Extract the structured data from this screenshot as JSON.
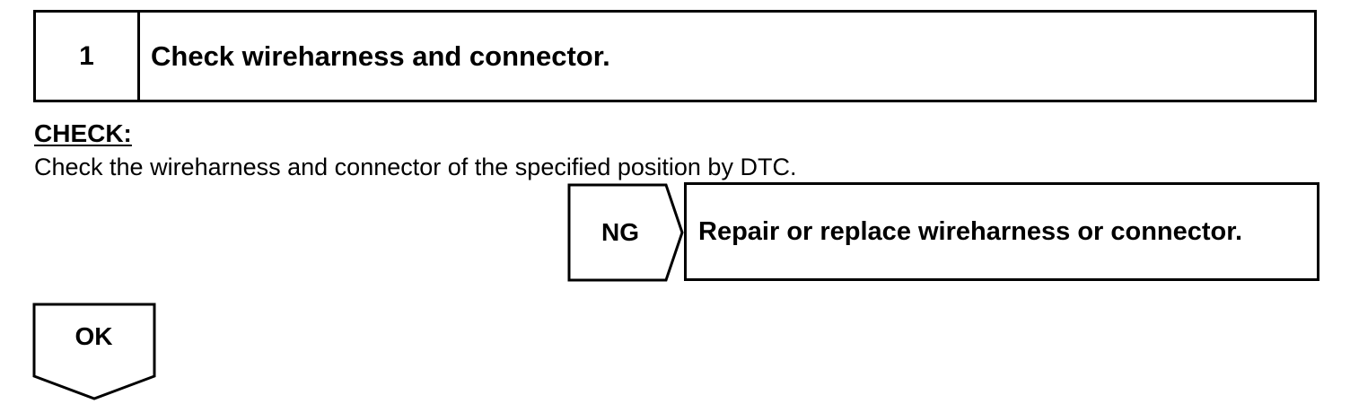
{
  "step": {
    "number": "1",
    "title": "Check wireharness and connector."
  },
  "check": {
    "label": "CHECK:",
    "text": "Check the wireharness and connector of the specified position by DTC."
  },
  "ng_branch": {
    "label": "NG",
    "action": "Repair or replace wireharness or connector."
  },
  "ok_branch": {
    "label": "OK"
  }
}
